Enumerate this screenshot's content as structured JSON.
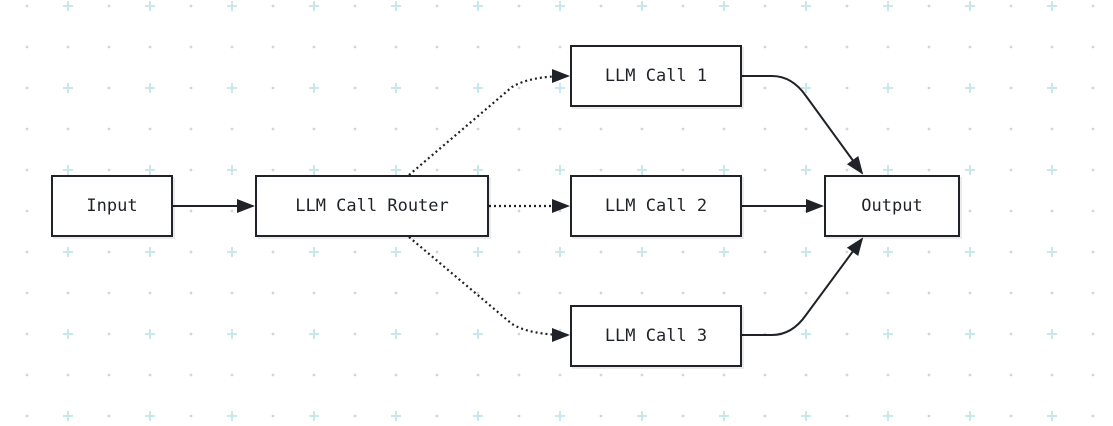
{
  "diagram": {
    "nodes": {
      "input": "Input",
      "router": "LLM Call Router",
      "call1": "LLM Call 1",
      "call2": "LLM Call 2",
      "call3": "LLM Call 3",
      "output": "Output"
    },
    "edges": [
      {
        "from": "input",
        "to": "router",
        "style": "solid"
      },
      {
        "from": "router",
        "to": "call1",
        "style": "dotted"
      },
      {
        "from": "router",
        "to": "call2",
        "style": "dotted"
      },
      {
        "from": "router",
        "to": "call3",
        "style": "dotted"
      },
      {
        "from": "call1",
        "to": "output",
        "style": "solid"
      },
      {
        "from": "call2",
        "to": "output",
        "style": "solid"
      },
      {
        "from": "call3",
        "to": "output",
        "style": "solid"
      }
    ]
  },
  "colors": {
    "stroke": "#1f2328",
    "grid_plus": "#c9e7ec",
    "grid_dot": "#d5d5d5",
    "background": "#ffffff"
  }
}
